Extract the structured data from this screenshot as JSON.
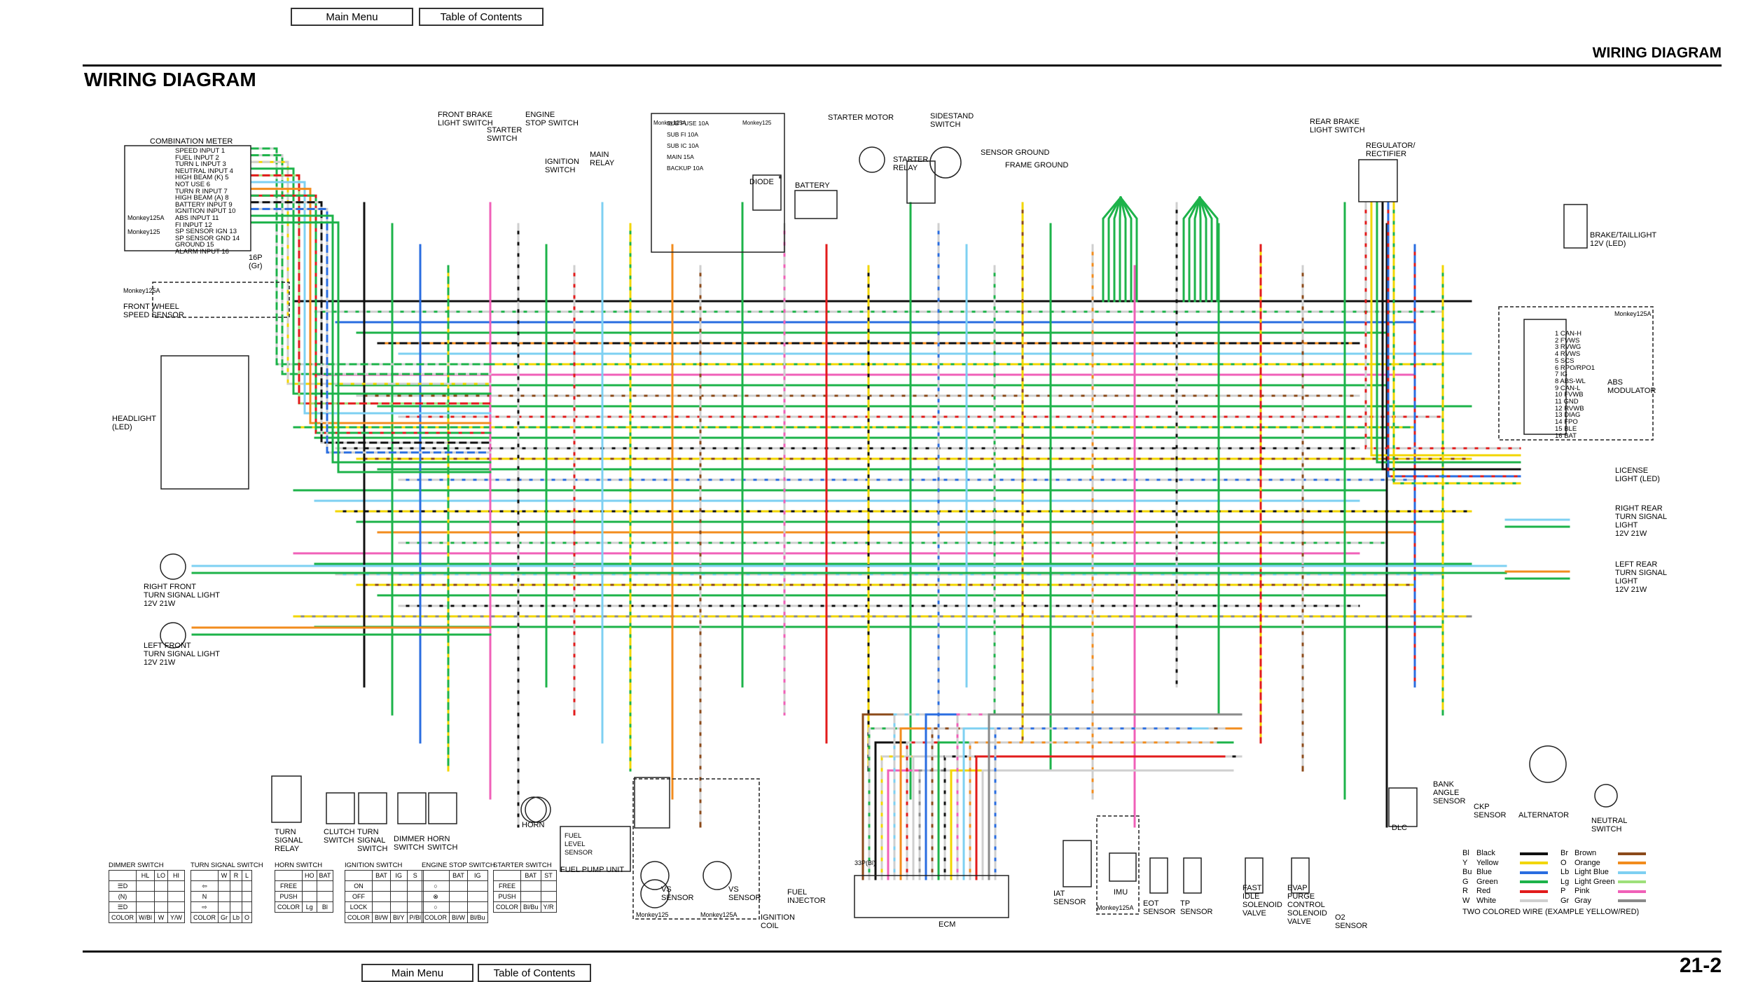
{
  "nav": {
    "main_menu": "Main Menu",
    "table_of_contents": "Table of Contents"
  },
  "header": {
    "section": "WIRING DIAGRAM",
    "title": "WIRING DIAGRAM",
    "page": "21-2"
  },
  "meter": {
    "title": "COMBINATION METER",
    "items": [
      "SPEED INPUT",
      "FUEL INPUT",
      "TURN L INPUT",
      "NEUTRAL INPUT",
      "HIGH BEAM (K)",
      "NOT USE",
      "TURN R INPUT",
      "HIGH BEAM (A)",
      "BATTERY INPUT",
      "IGNITION INPUT",
      "ABS INPUT",
      "FI INPUT",
      "SP SENSOR IGN",
      "SP SENSOR GND",
      "GROUND",
      "ALARM INPUT"
    ],
    "model_a": "Monkey125A",
    "model_b": "Monkey125",
    "connector": "16P\n(Gr)"
  },
  "components": {
    "front_brake": "FRONT BRAKE\nLIGHT SWITCH",
    "engine_stop": "ENGINE\nSTOP SWITCH",
    "starter_switch": "STARTER\nSWITCH",
    "ignition_switch": "IGNITION\nSWITCH",
    "main_relay": "MAIN\nRELAY",
    "diode": "DIODE",
    "battery": "BATTERY",
    "starter_motor": "STARTER MOTOR",
    "starter_relay": "STARTER\nRELAY",
    "sidestand": "SIDESTAND\nSWITCH",
    "sensor_ground": "SENSOR GROUND",
    "frame_ground": "FRAME GROUND",
    "rear_brake": "REAR BRAKE\nLIGHT SWITCH",
    "regulator": "REGULATOR/\nRECTIFIER",
    "brake_tail": "BRAKE/TAILLIGHT\n12V (LED)",
    "abs_modulator": "ABS\nMODULATOR",
    "abs_model": "Monkey125A",
    "license": "LICENSE\nLIGHT (LED)",
    "right_rear": "RIGHT REAR\nTURN SIGNAL\nLIGHT\n12V 21W",
    "left_rear": "LEFT REAR\nTURN SIGNAL\nLIGHT\n12V 21W",
    "front_wheel": "FRONT WHEEL\nSPEED SENSOR",
    "front_wheel_model": "Monkey125A",
    "headlight": "HEADLIGHT\n(LED)",
    "right_front": "RIGHT FRONT\nTURN SIGNAL LIGHT\n12V 21W",
    "left_front": "LEFT FRONT\nTURN SIGNAL LIGHT\n12V 21W",
    "turn_relay": "TURN\nSIGNAL\nRELAY",
    "clutch": "CLUTCH\nSWITCH",
    "turn_switch": "TURN\nSIGNAL\nSWITCH",
    "dimmer": "DIMMER\nSWITCH",
    "horn_switch": "HORN\nSWITCH",
    "horn": "HORN",
    "fuel_pump": "FUEL PUMP UNIT",
    "fuel_level": "FUEL\nLEVEL\nSENSOR",
    "vs_sensor_a": "VS\nSENSOR",
    "vs_sensor_b": "VS\nSENSOR",
    "vs_model_a": "Monkey125",
    "vs_model_b": "Monkey125A",
    "ignition_coil": "IGNITION\nCOIL",
    "fuel_injector": "FUEL\nINJECTOR",
    "ecm": "ECM",
    "ecm_connector": "33P(Bl)",
    "iat": "IAT\nSENSOR",
    "imu": "IMU",
    "imu_model": "Monkey125A",
    "eot": "EOT\nSENSOR",
    "tp": "TP\nSENSOR",
    "fast_idle": "FAST\nIDLE\nSOLENOID\nVALVE",
    "evap": "EVAP\nPURGE\nCONTROL\nSOLENOID\nVALVE",
    "o2": "O2\nSENSOR",
    "dlc": "DLC",
    "bank_angle": "BANK\nANGLE\nSENSOR",
    "ckp": "CKP\nSENSOR",
    "alternator": "ALTERNATOR",
    "neutral": "NEUTRAL\nSWITCH",
    "fuse_box": "SUB FUSE 10A\nSUB FI 10A\nSUB IC 10A\nMAIN 15A\nBACKUP 10A",
    "fuse_model_a": "Monkey125A",
    "fuse_model_b": "Monkey125"
  },
  "abs_pins": [
    "1 CAN-H",
    "2 FVWS",
    "3 RVWG",
    "4 RVWS",
    "5 SCS",
    "6 RPO/RPO1",
    "7 IG",
    "8 ABS-WL",
    "9 CAN-L",
    "10 FVWB",
    "11 GND",
    "12 RVWB",
    "13 DIAG",
    "14 FPO",
    "15 BLE",
    "16 BAT"
  ],
  "switch_tables": {
    "dimmer": {
      "title": "DIMMER SWITCH",
      "head": [
        "",
        "HL",
        "LO",
        "HI"
      ],
      "rows": [
        [
          "☰D",
          "",
          "",
          ""
        ],
        [
          "(N)",
          "",
          "",
          ""
        ],
        [
          "☰D",
          "",
          "",
          ""
        ]
      ],
      "color": [
        "COLOR",
        "W/Bl",
        "W",
        "Y/W"
      ]
    },
    "turn": {
      "title": "TURN SIGNAL SWITCH",
      "head": [
        "",
        "W",
        "R",
        "L"
      ],
      "rows": [
        [
          "⇦",
          "",
          "",
          ""
        ],
        [
          "N",
          "",
          "",
          ""
        ],
        [
          "⇨",
          "",
          "",
          ""
        ]
      ],
      "color": [
        "COLOR",
        "Gr",
        "Lb",
        "O"
      ]
    },
    "horn": {
      "title": "HORN SWITCH",
      "head": [
        "",
        "HO",
        "BAT"
      ],
      "rows": [
        [
          "FREE",
          "",
          ""
        ],
        [
          "PUSH",
          "",
          ""
        ]
      ],
      "color": [
        "COLOR",
        "Lg",
        "Bl"
      ]
    },
    "ignition": {
      "title": "IGNITION SWITCH",
      "head": [
        "",
        "BAT",
        "IG",
        "S"
      ],
      "rows": [
        [
          "ON",
          "",
          "",
          ""
        ],
        [
          "OFF",
          "",
          "",
          ""
        ],
        [
          "LOCK",
          "",
          "",
          ""
        ]
      ],
      "color": [
        "COLOR",
        "Bl/W",
        "Bl/Y",
        "P/Bl"
      ]
    },
    "engine_stop": {
      "title": "ENGINE STOP SWITCH",
      "head": [
        "",
        "BAT",
        "IG"
      ],
      "rows": [
        [
          "○",
          "",
          ""
        ],
        [
          "⊗",
          "",
          ""
        ],
        [
          "○",
          "",
          ""
        ]
      ],
      "color": [
        "COLOR",
        "Bl/W",
        "Bl/Bu"
      ]
    },
    "starter": {
      "title": "STARTER SWITCH",
      "head": [
        "",
        "BAT",
        "ST"
      ],
      "rows": [
        [
          "FREE",
          "",
          ""
        ],
        [
          "PUSH",
          "",
          ""
        ]
      ],
      "color": [
        "COLOR",
        "Bl/Bu",
        "Y/R"
      ]
    }
  },
  "legend": {
    "left": [
      [
        "Bl",
        "Black",
        "#111111"
      ],
      [
        "Y",
        "Yellow",
        "#f2d600"
      ],
      [
        "Bu",
        "Blue",
        "#2a6de0"
      ],
      [
        "G",
        "Green",
        "#1db34a"
      ],
      [
        "R",
        "Red",
        "#e21b1b"
      ],
      [
        "W",
        "White",
        "#cfcfcf"
      ]
    ],
    "right": [
      [
        "Br",
        "Brown",
        "#8b4a1a"
      ],
      [
        "O",
        "Orange",
        "#f28c1e"
      ],
      [
        "Lb",
        "Light Blue",
        "#7ed0f2"
      ],
      [
        "Lg",
        "Light Green",
        "#9ee07a"
      ],
      [
        "P",
        "Pink",
        "#f060b8"
      ],
      [
        "Gr",
        "Gray",
        "#8a8a8a"
      ]
    ],
    "note": "TWO COLORED WIRE (EXAMPLE YELLOW/RED)"
  }
}
